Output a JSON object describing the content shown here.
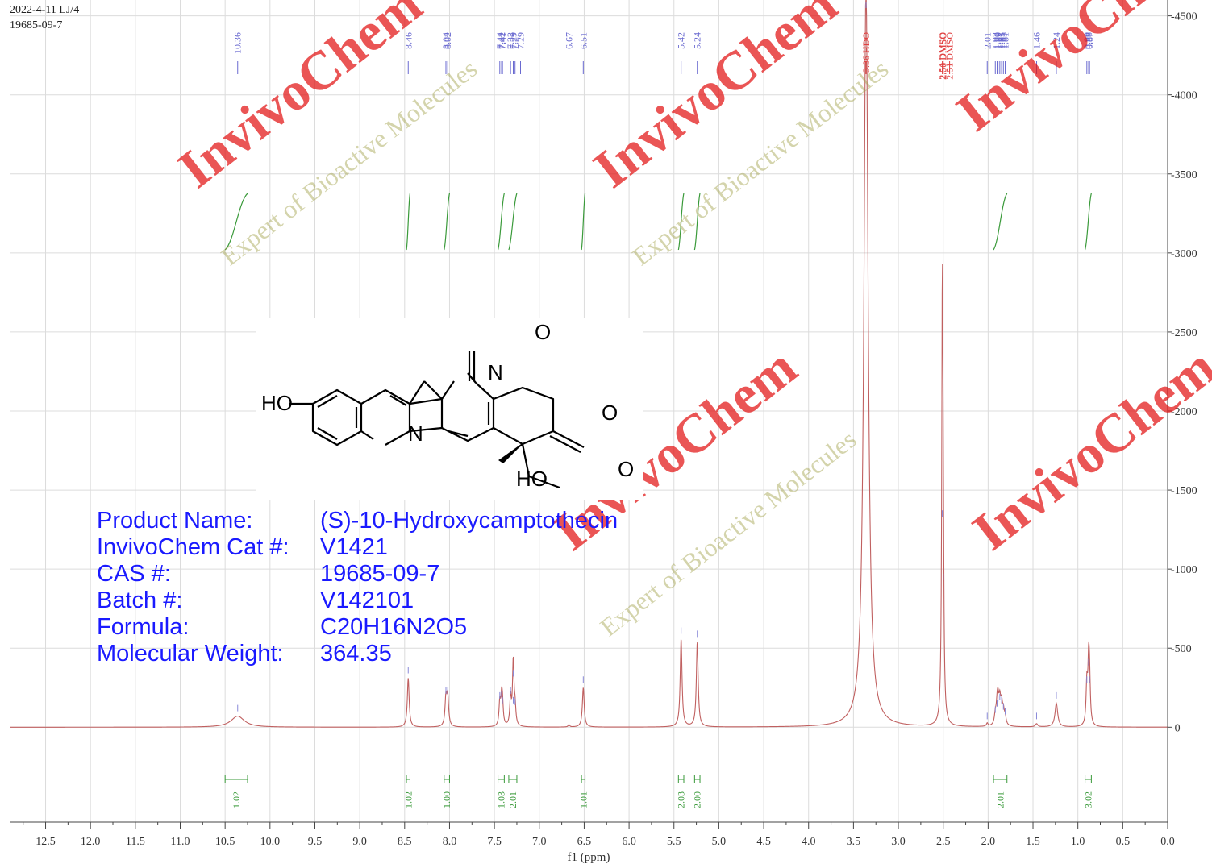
{
  "header": {
    "line1": "2022-4-11 LJ/4",
    "line2": "19685-09-7"
  },
  "product": {
    "rows": [
      {
        "key": "Product Name:",
        "value": "(S)-10-Hydroxycamptothecin"
      },
      {
        "key": "InvivoChem Cat #:",
        "value": "V1421"
      },
      {
        "key": "CAS #:",
        "value": "19685-09-7"
      },
      {
        "key": "Batch #:",
        "value": "V142101"
      },
      {
        "key": "Formula:",
        "value": "C20H16N2O5"
      },
      {
        "key": "Molecular Weight:",
        "value": "364.35"
      }
    ]
  },
  "structure": {
    "labels": [
      "HO",
      "N",
      "N",
      "O",
      "O",
      "O",
      "HO"
    ]
  },
  "watermark": {
    "brand": "InvivoChem",
    "tagline": "Expert of Bioactive Molecules"
  },
  "colors": {
    "spectrum": "#c06060",
    "integral": "#3a9a3a",
    "peak_label": "#6a6ad0",
    "solvent_label": "#e04040",
    "watermark": "#e21414"
  },
  "chart_data": {
    "type": "line",
    "title": "",
    "xlabel": "f1 (ppm)",
    "ylabel": "",
    "x_reversed": true,
    "xlim": [
      12.9,
      0.0
    ],
    "ylim": [
      -600,
      4600
    ],
    "x_ticks": [
      "12.5",
      "12.0",
      "11.5",
      "11.0",
      "10.5",
      "10.0",
      "9.5",
      "9.0",
      "8.5",
      "8.0",
      "7.5",
      "7.0",
      "6.5",
      "6.0",
      "5.5",
      "5.0",
      "4.5",
      "4.0",
      "3.5",
      "3.0",
      "2.5",
      "2.0",
      "1.5",
      "1.0",
      "0.5",
      "0.0"
    ],
    "y_ticks": [
      "-0",
      "-500",
      "-1000",
      "-1500",
      "-2000",
      "-2500",
      "-3000",
      "-3500",
      "-4000",
      "-4500"
    ],
    "peaks": [
      {
        "ppm": 10.36,
        "height": 70,
        "width": 0.09
      },
      {
        "ppm": 8.46,
        "height": 310,
        "width": 0.012
      },
      {
        "ppm": 8.04,
        "height": 180,
        "width": 0.012
      },
      {
        "ppm": 8.02,
        "height": 180,
        "width": 0.012
      },
      {
        "ppm": 7.44,
        "height": 150,
        "width": 0.01
      },
      {
        "ppm": 7.42,
        "height": 160,
        "width": 0.01
      },
      {
        "ppm": 7.41,
        "height": 120,
        "width": 0.01
      },
      {
        "ppm": 7.32,
        "height": 180,
        "width": 0.01
      },
      {
        "ppm": 7.29,
        "height": 290,
        "width": 0.01
      },
      {
        "ppm": 7.29,
        "height": 120,
        "width": 0.01
      },
      {
        "ppm": 7.27,
        "height": 110,
        "width": 0.01
      },
      {
        "ppm": 6.67,
        "height": 15,
        "width": 0.01
      },
      {
        "ppm": 6.51,
        "height": 250,
        "width": 0.012
      },
      {
        "ppm": 5.42,
        "height": 560,
        "width": 0.012
      },
      {
        "ppm": 5.24,
        "height": 540,
        "width": 0.012
      },
      {
        "ppm": 3.36,
        "height": 4700,
        "width": 0.028
      },
      {
        "ppm": 2.51,
        "height": 1300,
        "width": 0.008
      },
      {
        "ppm": 2.51,
        "height": 1300,
        "width": 0.008
      },
      {
        "ppm": 2.5,
        "height": 900,
        "width": 0.008
      },
      {
        "ppm": 2.01,
        "height": 20,
        "width": 0.01
      },
      {
        "ppm": 1.92,
        "height": 60,
        "width": 0.012
      },
      {
        "ppm": 1.9,
        "height": 100,
        "width": 0.012
      },
      {
        "ppm": 1.89,
        "height": 130,
        "width": 0.012
      },
      {
        "ppm": 1.87,
        "height": 140,
        "width": 0.012
      },
      {
        "ppm": 1.85,
        "height": 120,
        "width": 0.012
      },
      {
        "ppm": 1.83,
        "height": 80,
        "width": 0.012
      },
      {
        "ppm": 1.81,
        "height": 50,
        "width": 0.012
      },
      {
        "ppm": 1.46,
        "height": 20,
        "width": 0.015
      },
      {
        "ppm": 1.24,
        "height": 150,
        "width": 0.018
      },
      {
        "ppm": 0.9,
        "height": 250,
        "width": 0.01
      },
      {
        "ppm": 0.88,
        "height": 360,
        "width": 0.01
      },
      {
        "ppm": 0.87,
        "height": 250,
        "width": 0.01
      }
    ],
    "peak_labels": [
      {
        "ppm": 10.36,
        "text": "10.36",
        "solvent": false
      },
      {
        "ppm": 8.46,
        "text": "8.46",
        "solvent": false
      },
      {
        "ppm": 8.04,
        "text": "8.04",
        "solvent": false
      },
      {
        "ppm": 8.02,
        "text": "8.02",
        "solvent": false
      },
      {
        "ppm": 7.44,
        "text": "7.44",
        "solvent": false
      },
      {
        "ppm": 7.42,
        "text": "7.42",
        "solvent": false
      },
      {
        "ppm": 7.41,
        "text": "7.41",
        "solvent": false
      },
      {
        "ppm": 7.32,
        "text": "7.32",
        "solvent": false
      },
      {
        "ppm": 7.29,
        "text": "7.29",
        "solvent": false
      },
      {
        "ppm": 7.29,
        "text": "7.29",
        "solvent": false
      },
      {
        "ppm": 7.27,
        "text": "7.27",
        "solvent": false
      },
      {
        "ppm": 6.67,
        "text": "6.67",
        "solvent": false
      },
      {
        "ppm": 6.51,
        "text": "6.51",
        "solvent": false
      },
      {
        "ppm": 5.42,
        "text": "5.42",
        "solvent": false
      },
      {
        "ppm": 5.24,
        "text": "5.24",
        "solvent": false
      },
      {
        "ppm": 3.36,
        "text": "3.36 HDO",
        "solvent": true
      },
      {
        "ppm": 2.51,
        "text": "2.51 DMSO",
        "solvent": true
      },
      {
        "ppm": 2.51,
        "text": "2.51 DMSO",
        "solvent": true
      },
      {
        "ppm": 2.5,
        "text": "2.50 DMSO",
        "solvent": true
      },
      {
        "ppm": 2.01,
        "text": "2.01",
        "solvent": false
      },
      {
        "ppm": 1.92,
        "text": "1.92",
        "solvent": false
      },
      {
        "ppm": 1.9,
        "text": "1.90",
        "solvent": false
      },
      {
        "ppm": 1.89,
        "text": "1.89",
        "solvent": false
      },
      {
        "ppm": 1.87,
        "text": "1.87",
        "solvent": false
      },
      {
        "ppm": 1.85,
        "text": "1.85",
        "solvent": false
      },
      {
        "ppm": 1.83,
        "text": "1.83",
        "solvent": false
      },
      {
        "ppm": 1.81,
        "text": "1.81",
        "solvent": false
      },
      {
        "ppm": 1.46,
        "text": "1.46",
        "solvent": false
      },
      {
        "ppm": 1.24,
        "text": "1.24",
        "solvent": false
      },
      {
        "ppm": 0.9,
        "text": "0.90",
        "solvent": false
      },
      {
        "ppm": 0.88,
        "text": "0.88",
        "solvent": false
      },
      {
        "ppm": 0.87,
        "text": "0.87",
        "solvent": false
      }
    ],
    "integrals": [
      {
        "from": 10.5,
        "to": 10.25,
        "value": "1.02"
      },
      {
        "from": 8.48,
        "to": 8.44,
        "value": "1.02"
      },
      {
        "from": 8.06,
        "to": 8.0,
        "value": "1.00"
      },
      {
        "from": 7.46,
        "to": 7.39,
        "value": "1.03"
      },
      {
        "from": 7.34,
        "to": 7.25,
        "value": "2.01"
      },
      {
        "from": 6.53,
        "to": 6.49,
        "value": "1.01"
      },
      {
        "from": 5.45,
        "to": 5.39,
        "value": "2.03"
      },
      {
        "from": 5.27,
        "to": 5.21,
        "value": "2.00"
      },
      {
        "from": 1.94,
        "to": 1.79,
        "value": "2.01"
      },
      {
        "from": 0.92,
        "to": 0.85,
        "value": "3.02"
      }
    ]
  }
}
